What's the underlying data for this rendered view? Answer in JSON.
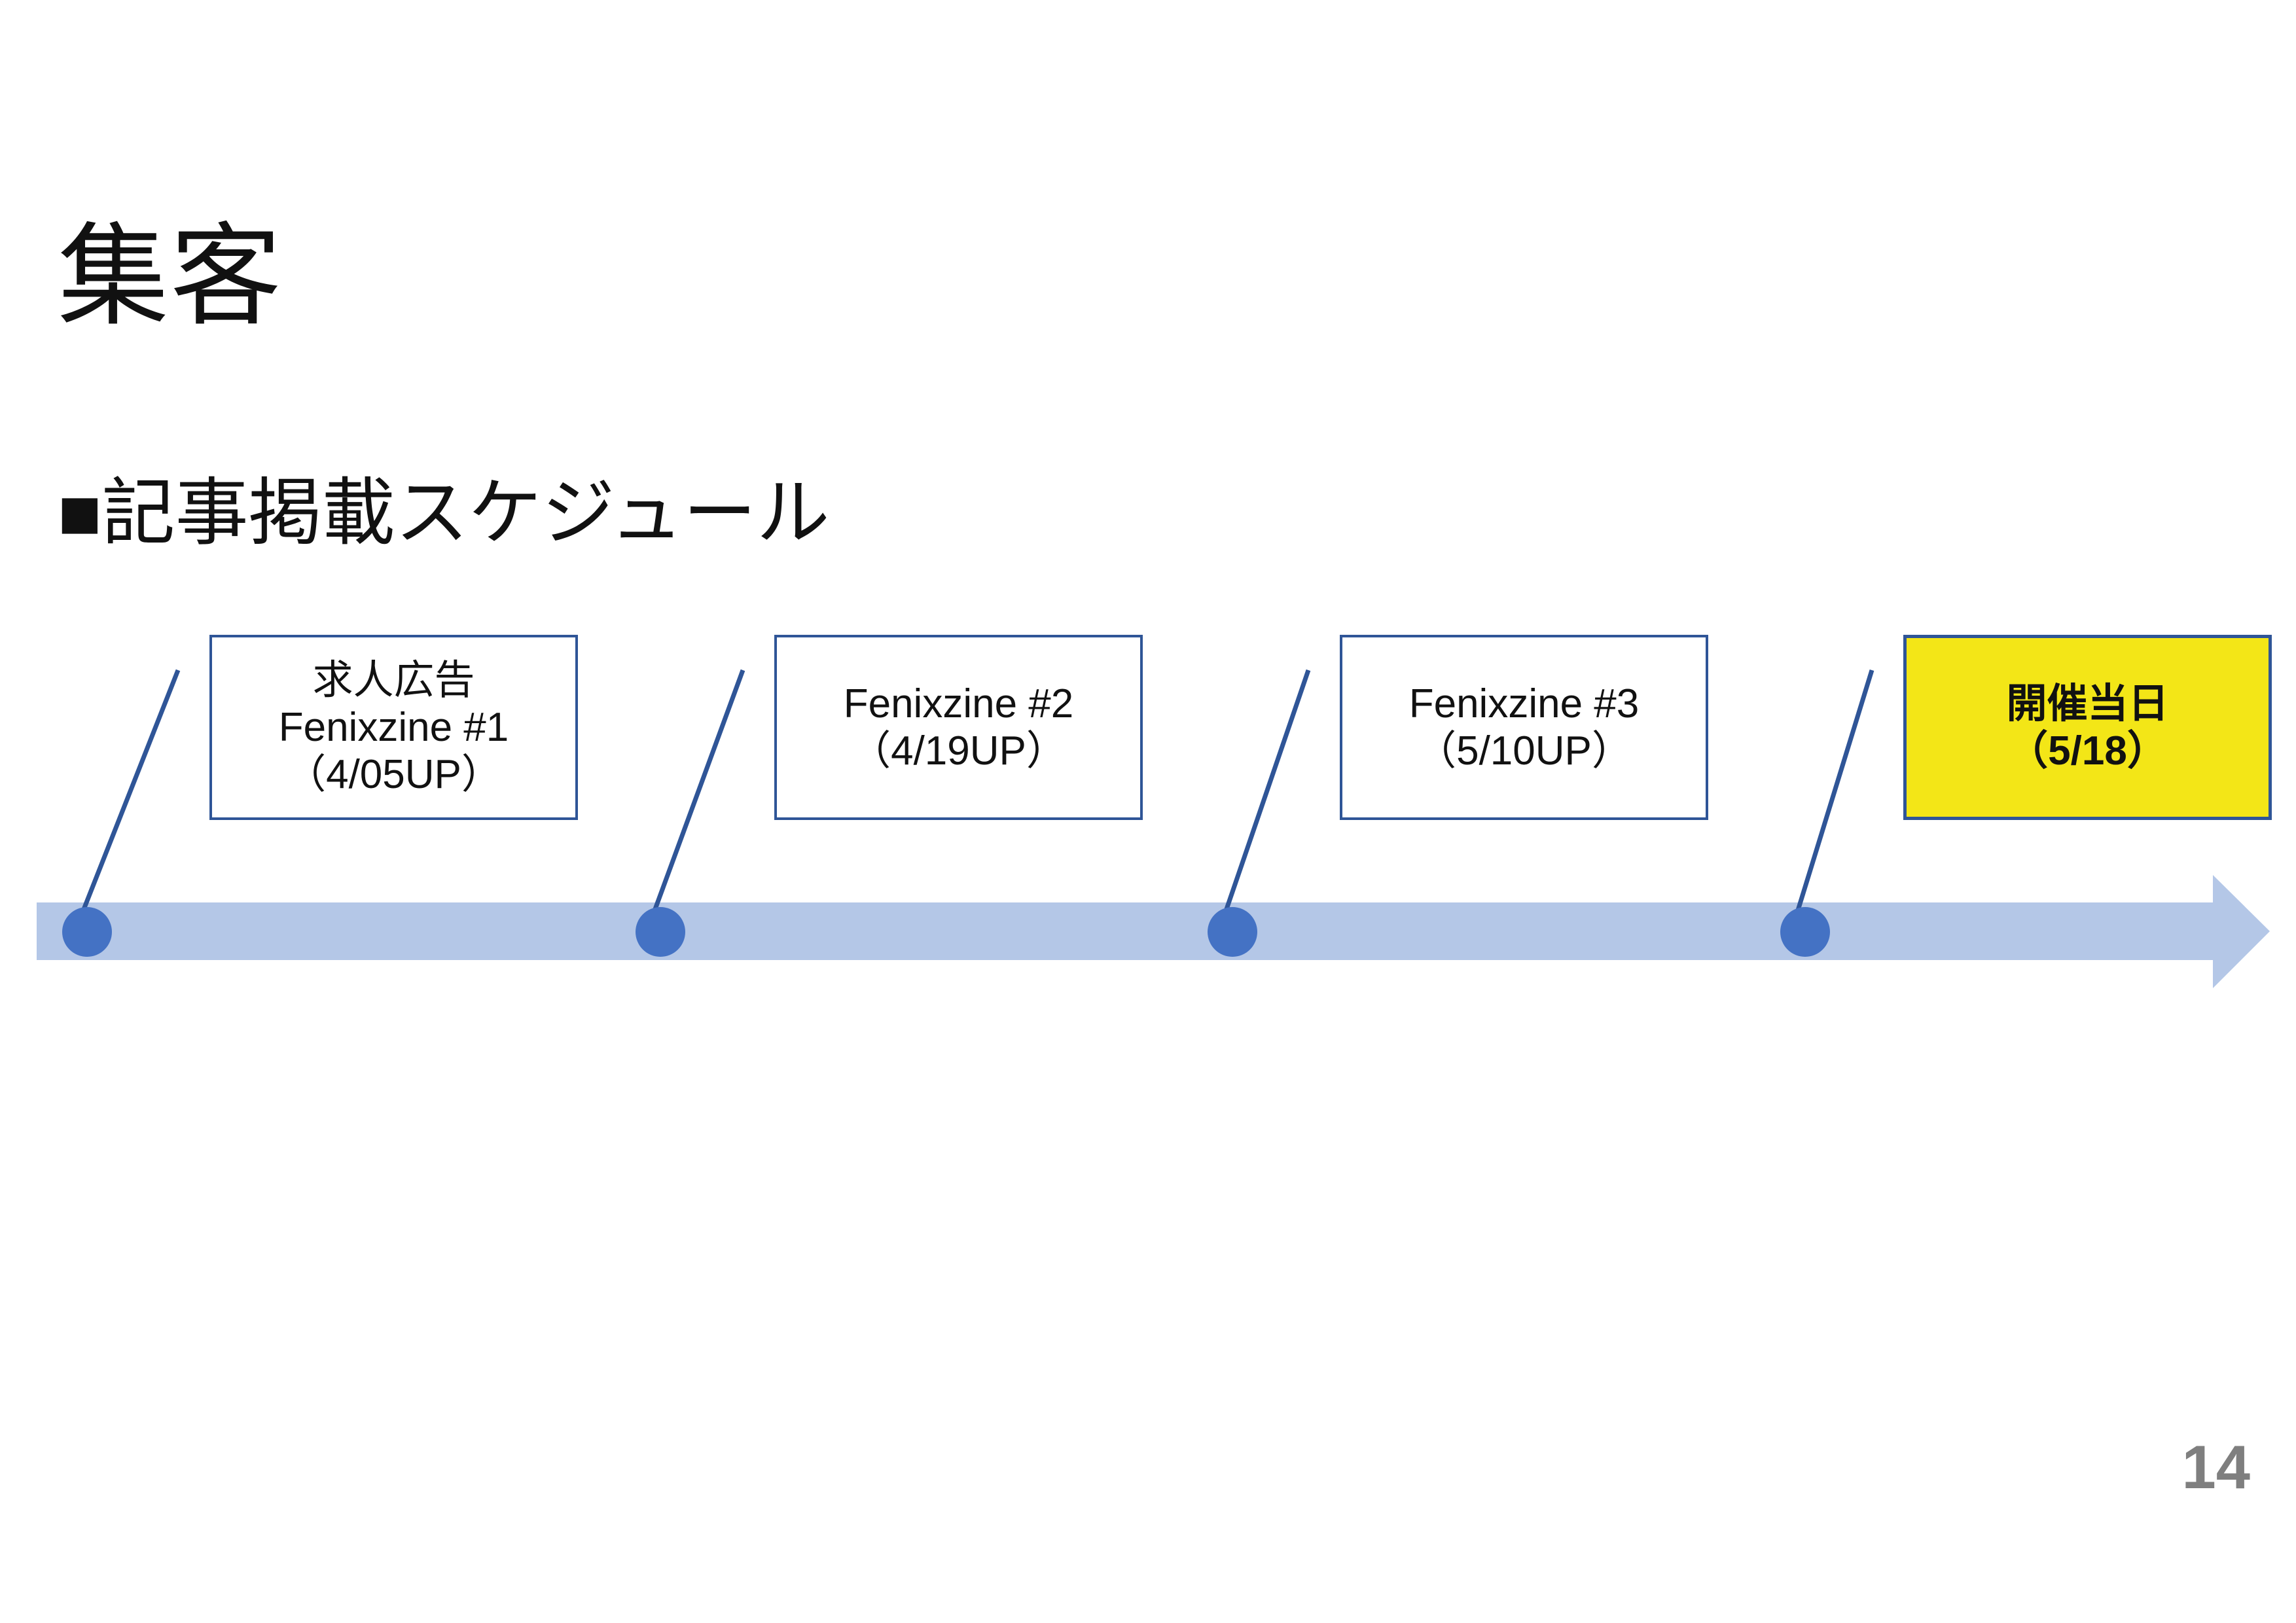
{
  "slide": {
    "title": "集客",
    "section_heading": "■記事掲載スケジュール",
    "page_number": "14"
  },
  "timeline": {
    "milestones": [
      {
        "lines": [
          "求人広告",
          "Fenixzine #1",
          "（4/05UP）"
        ],
        "highlight": false
      },
      {
        "lines": [
          "Fenixzine #2",
          "（4/19UP）"
        ],
        "highlight": false
      },
      {
        "lines": [
          "Fenixzine #3",
          "（5/10UP）"
        ],
        "highlight": false
      },
      {
        "lines": [
          "開催当日",
          "（5/18）"
        ],
        "highlight": true
      }
    ]
  },
  "colors": {
    "band": "#B4C7E7",
    "dot": "#4472C4",
    "connector": "#2F5597",
    "box_border": "#2F5597",
    "highlight_fill": "#F3E617",
    "text": "#111111",
    "page_number_gray": "#7F7F7F"
  }
}
